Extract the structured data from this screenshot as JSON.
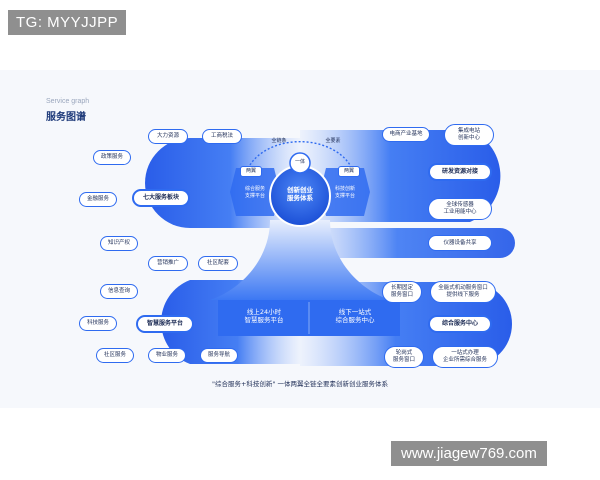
{
  "watermarks": {
    "top_left": "TG: MYYJJPP",
    "bottom_right": "www.jiagew769.com"
  },
  "header": {
    "subtitle": "Service graph",
    "title": "服务图谱"
  },
  "left": {
    "group1": {
      "center": "七大服务板块",
      "items": [
        "大力资源",
        "工商税法",
        "政策服务",
        "金融服务",
        "知识产权",
        "营销推广",
        "社区配套"
      ]
    },
    "group2": {
      "center": "智慧服务平台",
      "items": [
        "信息查询",
        "科技服务",
        "社区服务",
        "物业服务",
        "服务导航"
      ]
    }
  },
  "right": {
    "group1": {
      "items": [
        "电商产业基地",
        "集成电站\n创新中心",
        "研发资源对接",
        "全球传感器\n工业用能中心"
      ]
    },
    "group2": {
      "items": [
        "仪器设备共享"
      ]
    },
    "group3": {
      "center": "综合服务中心",
      "items": [
        "长期固定\n服务窗口",
        "全能式机动服务窗口\n提供线下服务",
        "轮岗式\n服务窗口",
        "一站式办理\n企业所需综合服务"
      ]
    }
  },
  "hub": {
    "core": "创新创业\n服务体系",
    "top": "一体",
    "left_wing_tag": "两翼",
    "left_wing_text": "综合服务\n支撑平台",
    "right_wing_tag": "两翼",
    "right_wing_text": "科技创新\n支撑平台",
    "arc_left": "全链条",
    "arc_right": "全要素"
  },
  "base": {
    "left": "线上24小时\n智慧服务平台",
    "right": "线下一站式\n综合服务中心"
  },
  "caption": "\"综合服务+科技创新\" 一体两翼全链全要素创新创业服务体系",
  "colors": {
    "primary": "#2f6bf0",
    "dark": "#1f4fd8",
    "light": "#dbe6fd"
  }
}
